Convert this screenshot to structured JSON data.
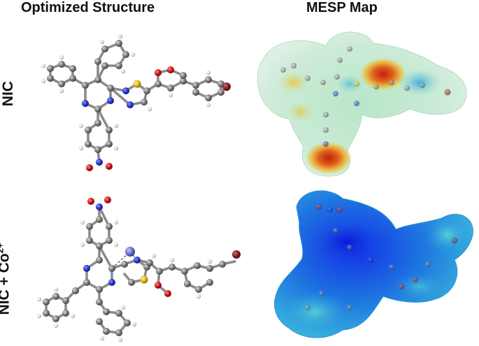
{
  "headers": {
    "left": "Optimized Structure",
    "right": "MESP Map"
  },
  "rows": {
    "top": "NIC",
    "bottom_prefix": "NIC + Co",
    "bottom_sup": "2+"
  },
  "colors": {
    "carbon": "#6e6e6e",
    "hydrogen": "#e6e6e6",
    "nitrogen": "#2a3bd0",
    "oxygen": "#d11a1a",
    "sulfur": "#e8c21e",
    "bromine": "#8a1f1f",
    "cobalt": "#7d7fe0",
    "mesp_neutral": "#cfe8dc",
    "mesp_negative": "#d2411b",
    "mesp_positive": "#0a2fd9"
  }
}
